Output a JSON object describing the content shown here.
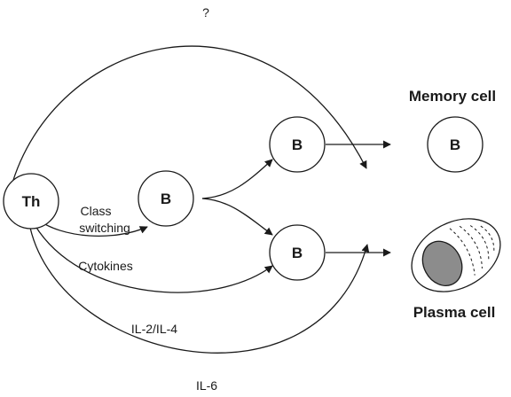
{
  "nodes": {
    "th": "Th",
    "b_center": "B",
    "b_upper": "B",
    "b_lower": "B",
    "b_memory": "B"
  },
  "labels": {
    "question": "?",
    "memory_cell": "Memory cell",
    "plasma_cell": "Plasma cell",
    "class_switching_line1": "Class",
    "class_switching_line2": "switching",
    "cytokines": "Cytokines",
    "il2_il4": "IL-2/IL-4",
    "il6": "IL-6"
  },
  "colors": {
    "stroke": "#1a1a1a",
    "plasma_nucleus": "#8c8c8c"
  }
}
